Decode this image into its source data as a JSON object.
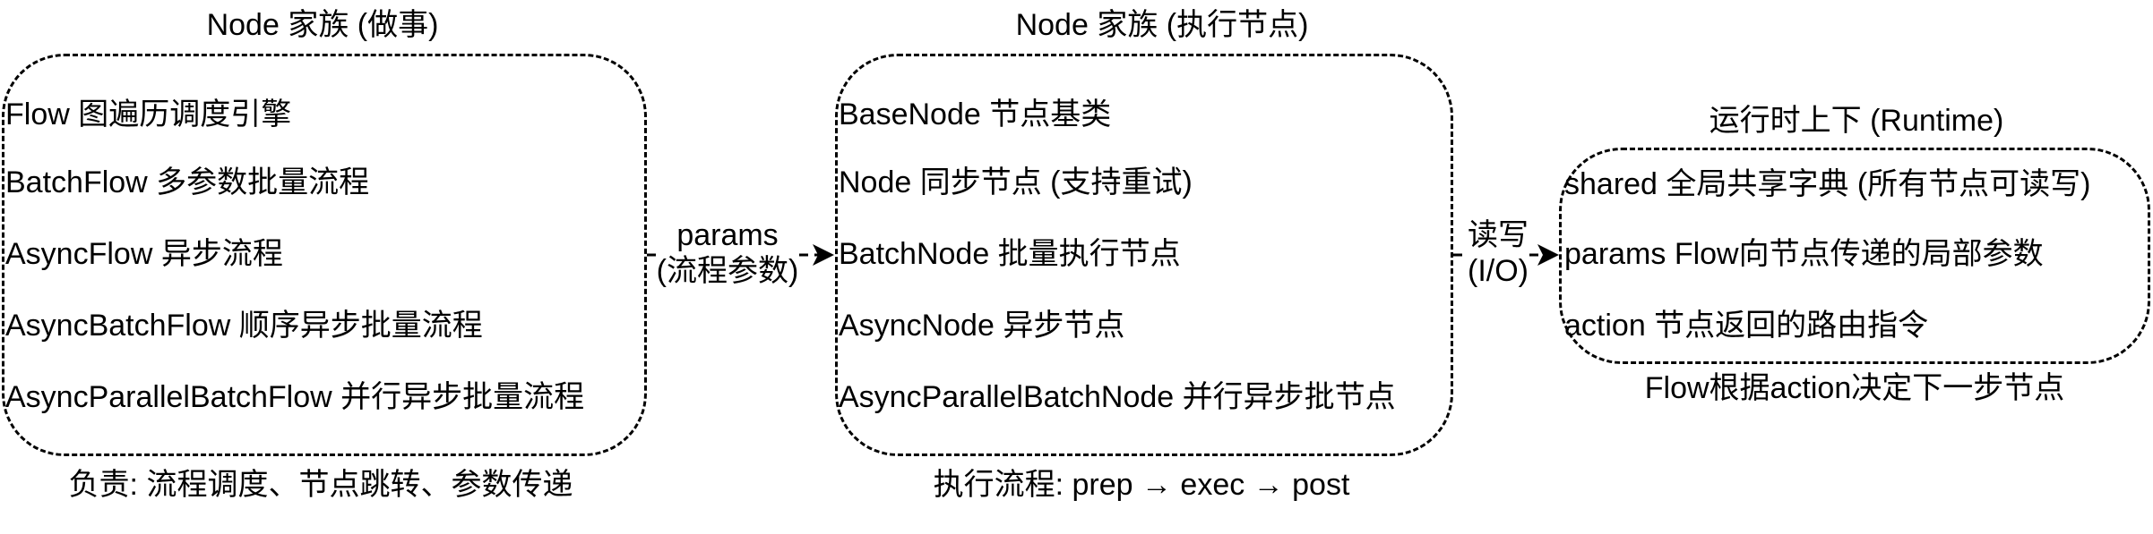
{
  "groups": [
    {
      "title": "Node 家族 (做事)",
      "items": [
        "Flow 图遍历调度引擎",
        "BatchFlow 多参数批量流程",
        "AsyncFlow 异步流程",
        "AsyncBatchFlow 顺序异步批量流程",
        "AsyncParallelBatchFlow 并行异步批量流程"
      ],
      "caption": "负责: 流程调度、节点跳转、参数传递"
    },
    {
      "title": "Node 家族 (执行节点)",
      "items": [
        "BaseNode 节点基类",
        "Node 同步节点 (支持重试)",
        "BatchNode 批量执行节点",
        "AsyncNode 异步节点",
        "AsyncParallelBatchNode 并行异步批节点"
      ],
      "caption": "执行流程: prep → exec → post"
    },
    {
      "title": "运行时上下 (Runtime)",
      "items": [
        "shared 全局共享字典 (所有节点可读写)",
        "params Flow向节点传递的局部参数",
        "action 节点返回的路由指令"
      ],
      "caption": "Flow根据action决定下一步节点"
    }
  ],
  "edges": [
    {
      "line1": "params",
      "line2": "(流程参数)"
    },
    {
      "line1": "读写",
      "line2": "(I/O)"
    }
  ]
}
